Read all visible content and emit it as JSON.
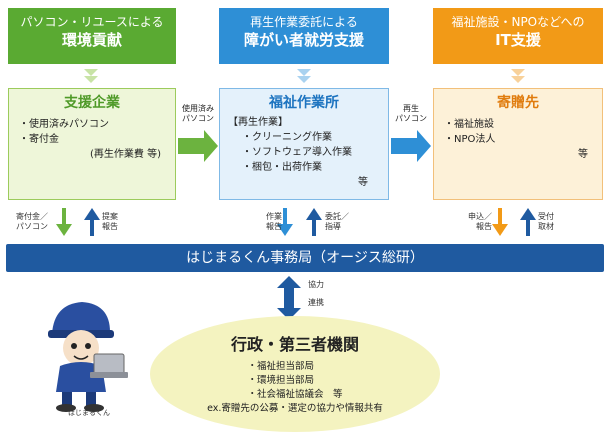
{
  "headers": {
    "env": {
      "line1": "パソコン・リユースによる",
      "line2": "環境貢献",
      "color": "#5aaa32"
    },
    "disability": {
      "line1": "再生作業委託による",
      "line2": "障がい者就労支援",
      "color": "#2e8fd6"
    },
    "it": {
      "line1": "福祉施設・NPOなどへの",
      "line2": "IT支援",
      "color": "#f29a17"
    }
  },
  "support_company": {
    "title": "支援企業",
    "items": [
      "・使用済みパソコン",
      "・寄付金"
    ],
    "note": "(再生作業費 等)",
    "bg": "#eef6d9",
    "border": "#9ccb5c",
    "title_color": "#4f9a28"
  },
  "workshop": {
    "title": "福祉作業所",
    "section_label": "【再生作業】",
    "items": [
      "・クリーニング作業",
      "・ソフトウェア導入作業",
      "・梱包・出荷作業"
    ],
    "note": "等",
    "bg": "#e4f1fb",
    "border": "#7fb9e6",
    "title_color": "#1d74c0"
  },
  "recipient": {
    "title": "寄贈先",
    "items": [
      "・福祉施設",
      "・NPO法人"
    ],
    "note": "等",
    "bg": "#fdf1d8",
    "border": "#f2c07a",
    "title_color": "#e07c0e"
  },
  "flow_labels": {
    "used_pc": "使用済み\nパソコン",
    "recycled_pc": "再生\nパソコン"
  },
  "vertical_labels": {
    "donation": "寄付金／\nパソコン",
    "proposal": "提案\n報告",
    "work_report": "作業\n報告",
    "commission": "委託／\n指導",
    "apply": "申込／\n報告",
    "receive": "受付\n取材"
  },
  "office_bar": {
    "label": "はじまるくん事務局（オージス総研）"
  },
  "cooperation": {
    "line1": "協力",
    "line2": "連携"
  },
  "government": {
    "title": "行政・第三者機関",
    "items": [
      "・福祉担当部局",
      "・環境担当部局",
      "・社会福祉協議会　等"
    ],
    "example": "ex.寄贈先の公募・選定の協力や情報共有"
  },
  "mascot": {
    "name": "はじまるくん"
  }
}
